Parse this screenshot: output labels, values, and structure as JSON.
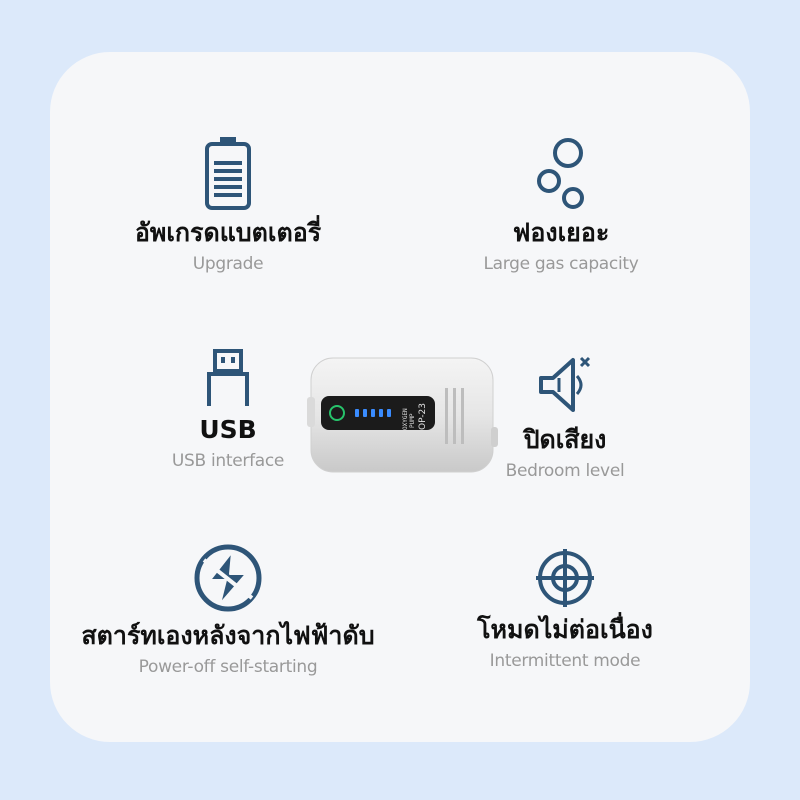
{
  "features": [
    {
      "title": "อัพเกรดแบตเตอรี่",
      "subtitle": "Upgrade",
      "icon": "battery-icon"
    },
    {
      "title": "ฟองเยอะ",
      "subtitle": "Large gas capacity",
      "icon": "bubbles-icon"
    },
    {
      "title": "USB",
      "subtitle": "USB interface",
      "icon": "usb-icon"
    },
    {
      "title": "ปิดเสียง",
      "subtitle": "Bedroom level",
      "icon": "mute-speaker-icon"
    },
    {
      "title": "สตาร์ทเองหลังจากไฟฟ้าดับ",
      "subtitle": "Power-off self-starting",
      "icon": "lightning-circle-icon"
    },
    {
      "title": "โหมดไม่ต่อเนื่อง",
      "subtitle": "Intermittent mode",
      "icon": "crosshair-icon"
    }
  ],
  "device": {
    "model": "OP-23",
    "label_line1": "OXYGEN",
    "label_line2": "PUMP"
  },
  "colors": {
    "frame": "#dce9fa",
    "card": "#f6f7f9",
    "icon": "#2e5578",
    "led": "#3a8cff",
    "power_led": "#27c46b"
  }
}
